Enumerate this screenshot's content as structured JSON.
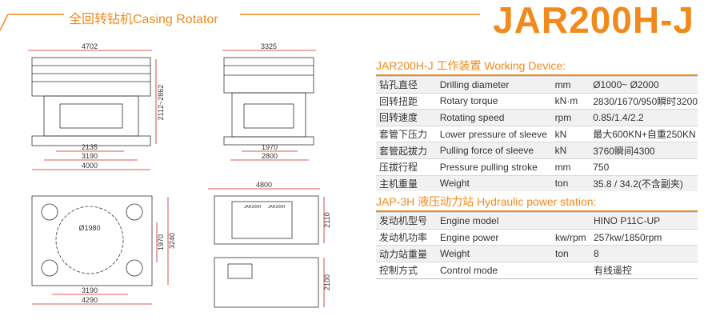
{
  "header": {
    "subtitle": "全回转钻机Casing Rotator",
    "model": "JAR200H-J"
  },
  "drawings": {
    "front": {
      "width": "4702",
      "height": "2112~2862",
      "dim1": "2135",
      "dim2": "3190",
      "dim3": "4000"
    },
    "side": {
      "width": "3325",
      "dim1": "1970",
      "dim2": "2800"
    },
    "top": {
      "diameter": "Ø1980",
      "h1": "1970",
      "h2": "3240",
      "w1": "3190",
      "w2": "4290"
    },
    "power": {
      "width": "4800",
      "height": "2110",
      "label1": "JAR200H",
      "label2": "JAR200H"
    },
    "power_front": {
      "height": "2100"
    }
  },
  "device": {
    "title": "JAR200H-J 工作装置 Working Device:",
    "rows": [
      {
        "cn": "钻孔直径",
        "en": "Drilling diameter",
        "unit": "mm",
        "value": "Ø1000~ Ø2000"
      },
      {
        "cn": "回转扭距",
        "en": "Rotary torque",
        "unit": "kN·m",
        "value": "2830/1670/950瞬时3200"
      },
      {
        "cn": "回转速度",
        "en": "Rotating speed",
        "unit": "rpm",
        "value": "0.85/1.4/2.2"
      },
      {
        "cn": "套管下压力",
        "en": "Lower pressure of sleeve",
        "unit": "kN",
        "value": "最大600KN+自重250KN"
      },
      {
        "cn": "套管起拔力",
        "en": "Pulling force of sleeve",
        "unit": "kN",
        "value": "3760瞬间4300"
      },
      {
        "cn": "压拔行程",
        "en": "Pressure pulling stroke",
        "unit": "mm",
        "value": "750"
      },
      {
        "cn": "主机重量",
        "en": "Weight",
        "unit": "ton",
        "value": "35.8 / 34.2(不含副夹)"
      }
    ]
  },
  "power": {
    "title": "JAP-3H 液压动力站 Hydraulic power station:",
    "rows": [
      {
        "cn": "发动机型号",
        "en": "Engine model",
        "unit": "",
        "value": "HINO P11C-UP"
      },
      {
        "cn": "发动机功率",
        "en": "Engine power",
        "unit": "kw/rpm",
        "value": "257kw/1850rpm"
      },
      {
        "cn": "动力站重量",
        "en": "Weight",
        "unit": "ton",
        "value": "8"
      },
      {
        "cn": "控制方式",
        "en": "Control mode",
        "unit": "",
        "value": "有线遥控"
      }
    ]
  },
  "colors": {
    "accent": "#f08a1c",
    "dim": "#d11f1f",
    "line": "#333333"
  }
}
